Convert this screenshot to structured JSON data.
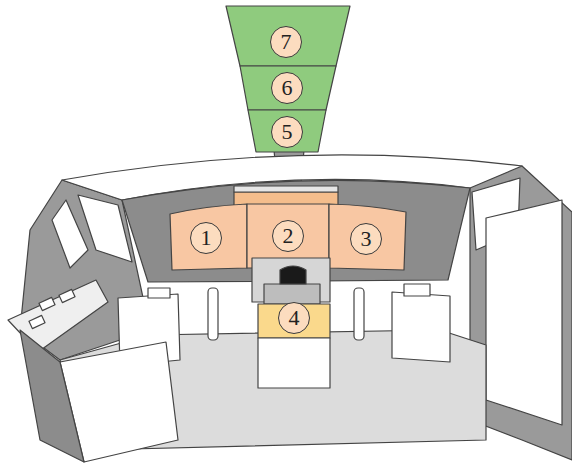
{
  "diagram": {
    "nodes": [
      {
        "text": [
          "7"
        ]
      },
      {
        "text": [
          "6"
        ]
      },
      {
        "text": [
          "5"
        ]
      },
      {
        "text": [
          "1"
        ]
      },
      {
        "text": [
          "2"
        ]
      },
      {
        "text": [
          "3"
        ]
      },
      {
        "text": [
          "4"
        ]
      }
    ]
  }
}
